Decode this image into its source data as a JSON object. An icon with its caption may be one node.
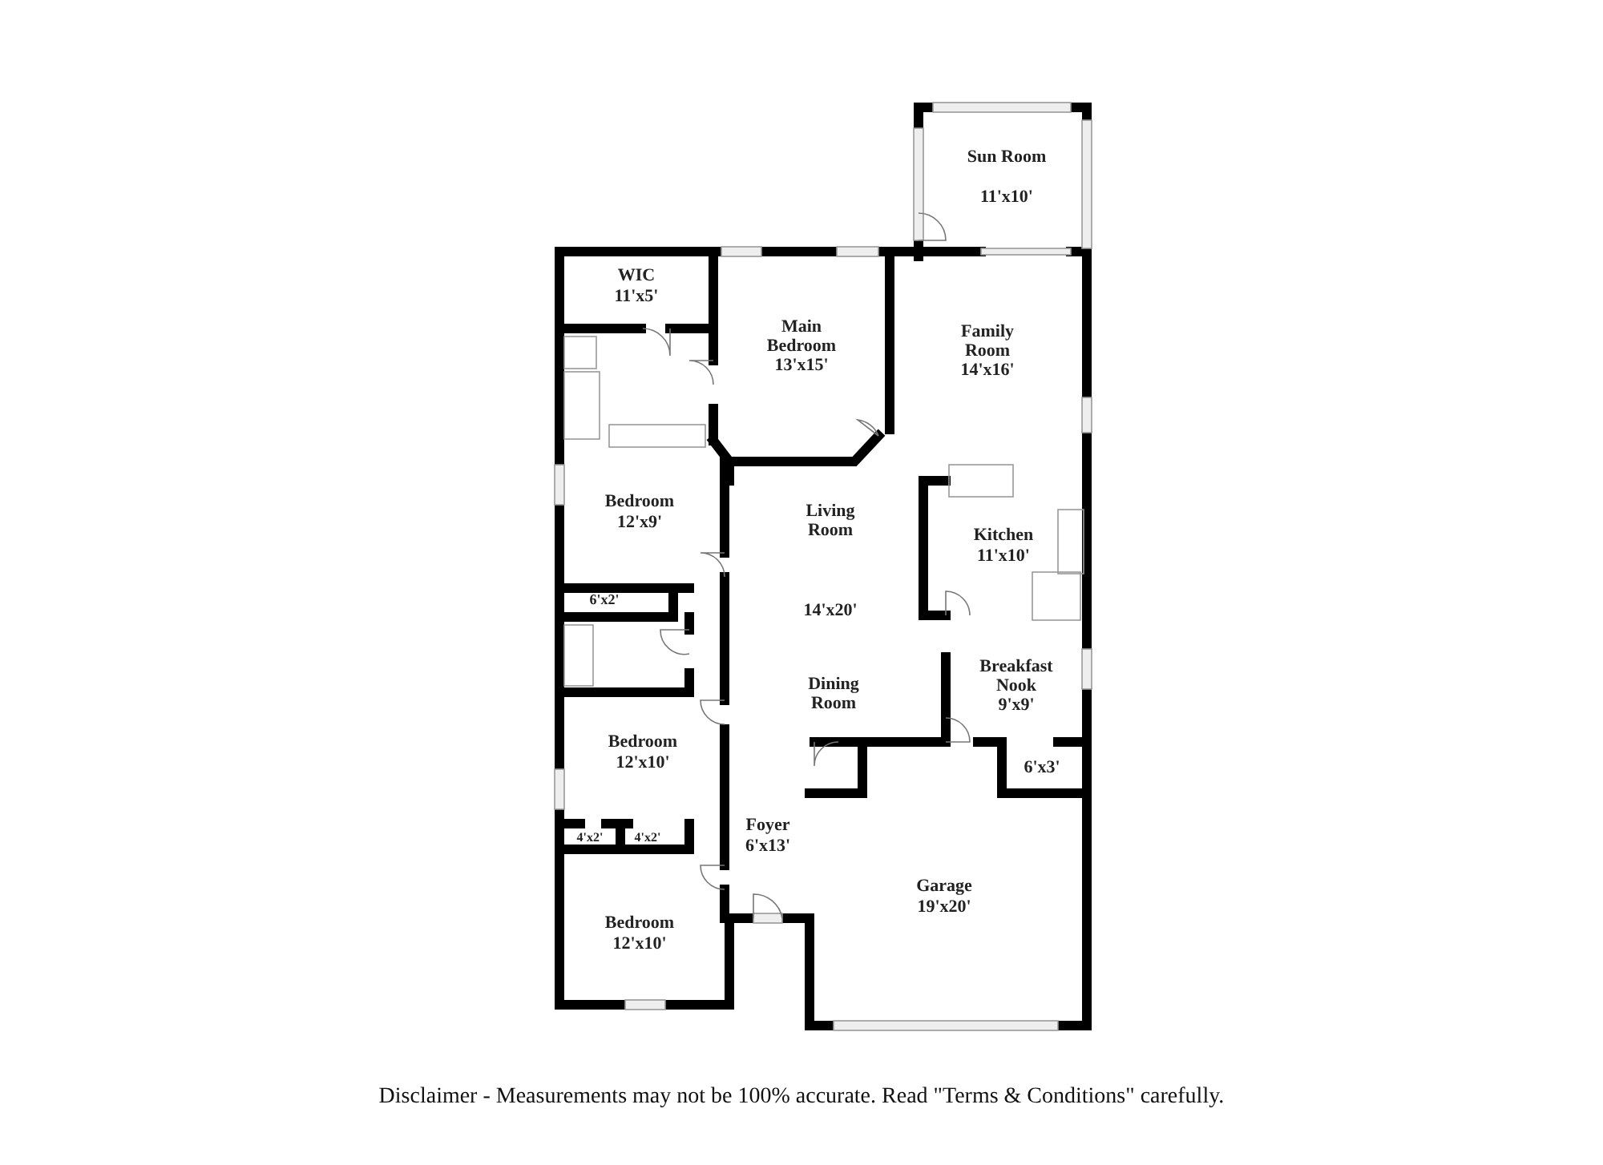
{
  "diagram": {
    "labels": [
      "Sun Room",
      "11'x10'",
      "WIC",
      "11'x5'",
      "Main Bedroom",
      "13'x15'",
      "Family Room",
      "14'x16'",
      "Bedroom",
      "12'x9'",
      "Living Room",
      "Kitchen",
      "11'x10'",
      "6'x2'",
      "14'x20'",
      "Dining Room",
      "Breakfast Nook",
      "9'x9'",
      "Bedroom",
      "12'x10'",
      "6'x3'",
      "Foyer",
      "6'x13'",
      "4'x2'",
      "4'x2'",
      "Garage",
      "19'x20'",
      "Bedroom",
      "12'x10'",
      "Disclaimer - Measurements may not be 100% accurate. Read \"Terms & Conditions\" carefully."
    ]
  }
}
